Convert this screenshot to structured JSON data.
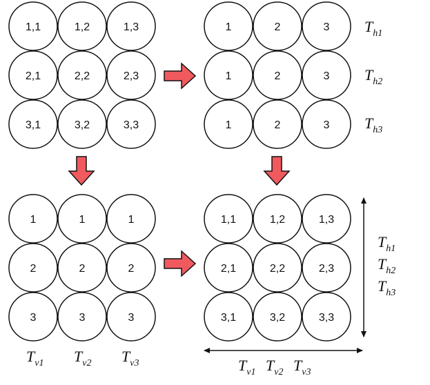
{
  "grids": {
    "top_left": [
      [
        "1,1",
        "1,2",
        "1,3"
      ],
      [
        "2,1",
        "2,2",
        "2,3"
      ],
      [
        "3,1",
        "3,2",
        "3,3"
      ]
    ],
    "top_right": [
      [
        "1",
        "2",
        "3"
      ],
      [
        "1",
        "2",
        "3"
      ],
      [
        "1",
        "2",
        "3"
      ]
    ],
    "bottom_left": [
      [
        "1",
        "1",
        "1"
      ],
      [
        "2",
        "2",
        "2"
      ],
      [
        "3",
        "3",
        "3"
      ]
    ],
    "bottom_right": [
      [
        "1,1",
        "1,2",
        "1,3"
      ],
      [
        "2,1",
        "2,2",
        "2,3"
      ],
      [
        "3,1",
        "3,2",
        "3,3"
      ]
    ]
  },
  "row_labels_top_right": [
    {
      "base": "T",
      "sub": "h1"
    },
    {
      "base": "T",
      "sub": "h2"
    },
    {
      "base": "T",
      "sub": "h3"
    }
  ],
  "column_labels_bottom_left": [
    {
      "base": "T",
      "sub": "v1"
    },
    {
      "base": "T",
      "sub": "v2"
    },
    {
      "base": "T",
      "sub": "v3"
    }
  ],
  "side_labels_bottom_right": [
    {
      "base": "T",
      "sub": "h1"
    },
    {
      "base": "T",
      "sub": "h2"
    },
    {
      "base": "T",
      "sub": "h3"
    }
  ],
  "bottom_labels_bottom_right": [
    {
      "base": "T",
      "sub": "v1"
    },
    {
      "base": "T",
      "sub": "v2"
    },
    {
      "base": "T",
      "sub": "v3"
    }
  ],
  "colors": {
    "arrow_fill": "#f05a5f",
    "stroke": "#111111"
  }
}
